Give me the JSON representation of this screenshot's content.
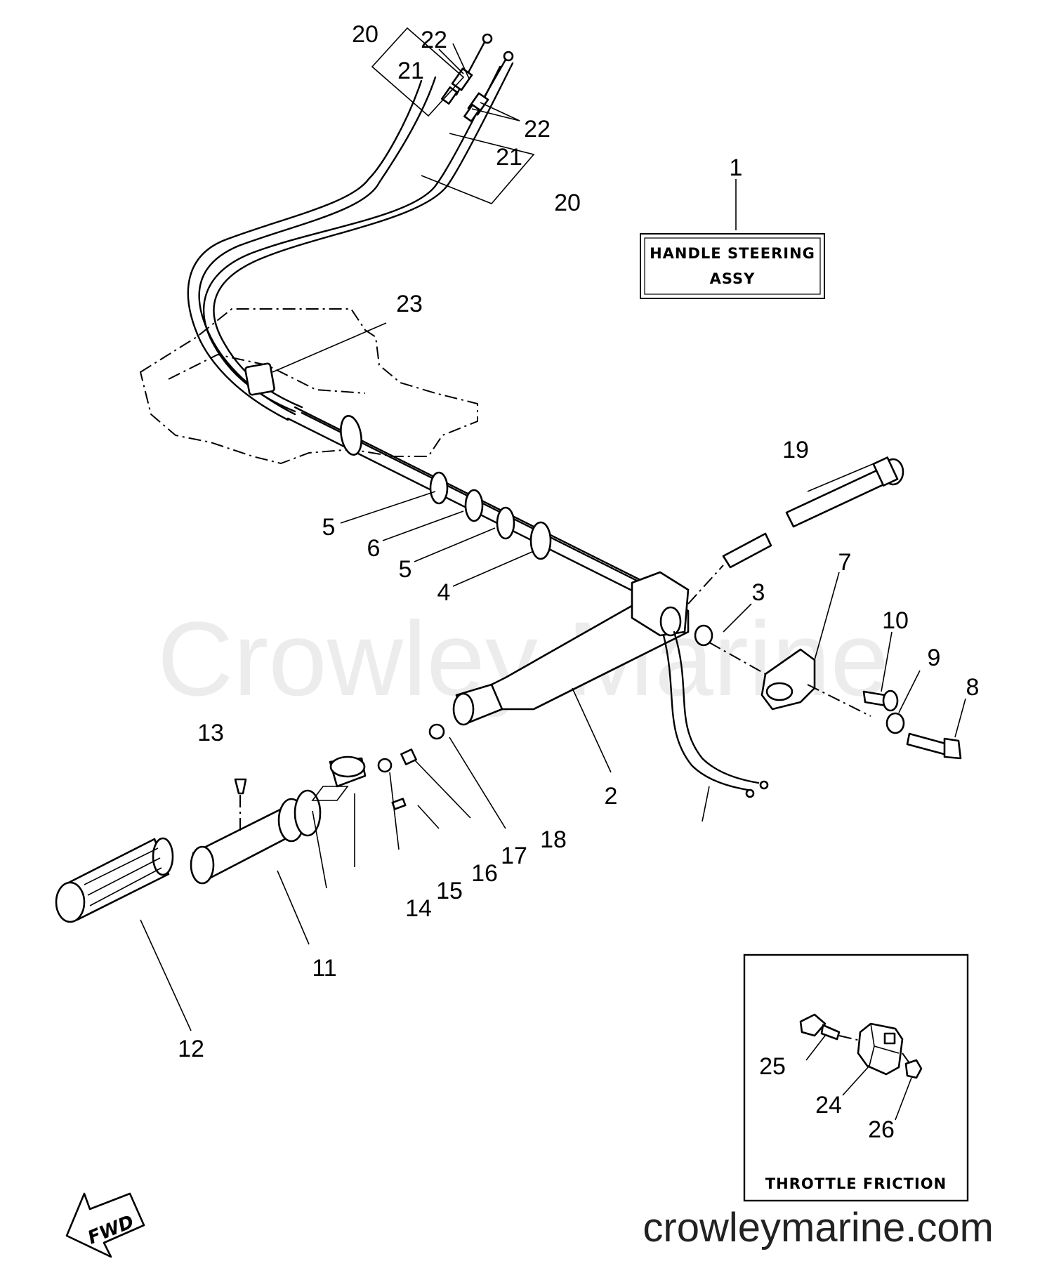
{
  "watermark": "Crowley Marine",
  "site": "crowleymarine.com",
  "assy_box": {
    "line1": "HANDLE STEERING",
    "line2": "ASSY"
  },
  "inset": {
    "title": "THROTTLE FRICTION"
  },
  "fwd": "FWD",
  "labels": {
    "l1": "1",
    "l2": "2",
    "l3": "3",
    "l4": "4",
    "l5a": "5",
    "l5b": "5",
    "l6": "6",
    "l7": "7",
    "l8": "8",
    "l9": "9",
    "l10": "10",
    "l11": "11",
    "l12": "12",
    "l13": "13",
    "l14": "14",
    "l15": "15",
    "l16": "16",
    "l17": "17",
    "l18": "18",
    "l19": "19",
    "l20a": "20",
    "l20b": "20",
    "l21a": "21",
    "l21b": "21",
    "l22a": "22",
    "l22b": "22",
    "l23": "23",
    "l24": "24",
    "l25": "25",
    "l26": "26"
  }
}
